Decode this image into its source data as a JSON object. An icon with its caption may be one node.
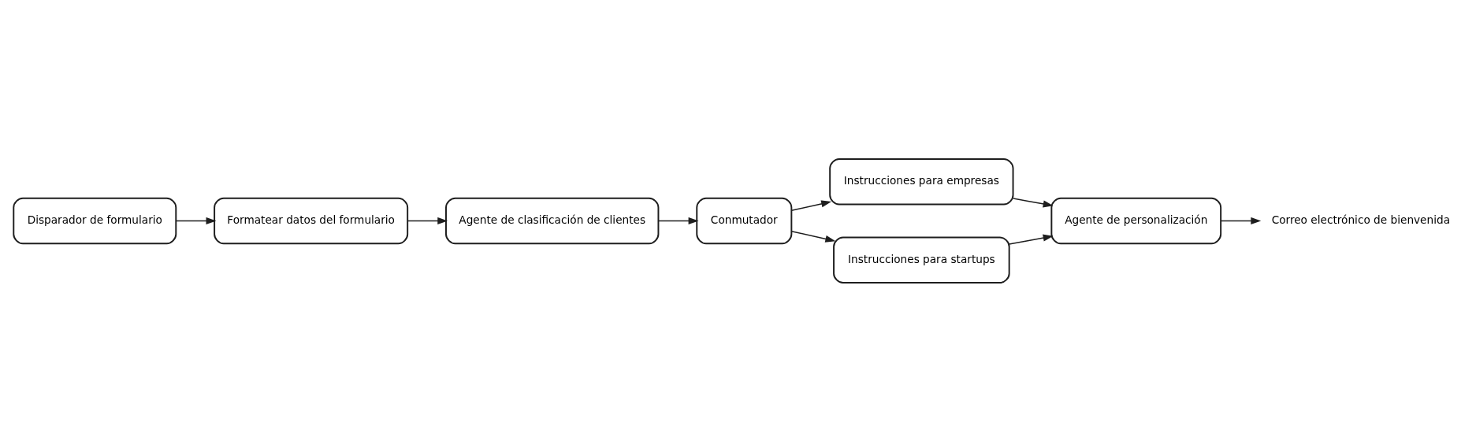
{
  "diagram": {
    "nodes": [
      {
        "text": [
          "Disparador de formulario"
        ]
      },
      {
        "text": [
          "Formatear datos del formulario"
        ]
      },
      {
        "text": [
          "Agente de clasificación de clientes"
        ]
      },
      {
        "text": [
          "Conmutador"
        ]
      },
      {
        "text": [
          "Instrucciones para empresas"
        ]
      },
      {
        "text": [
          "Instrucciones para startups"
        ]
      },
      {
        "text": [
          "Agente de personalización"
        ]
      },
      {
        "text": [
          "Correo electrónico de bienvenida"
        ]
      }
    ],
    "edges": [
      {
        "from": 0,
        "to": 1,
        "arrow": "to"
      },
      {
        "from": 1,
        "to": 2,
        "arrow": "to"
      },
      {
        "from": 2,
        "to": 3,
        "arrow": "to"
      },
      {
        "from": 3,
        "to": 4,
        "arrow": "to"
      },
      {
        "from": 3,
        "to": 5,
        "arrow": "to"
      },
      {
        "from": 4,
        "to": 6,
        "arrow": "to"
      },
      {
        "from": 5,
        "to": 6,
        "arrow": "to"
      },
      {
        "from": 6,
        "to": 7,
        "arrow": "to"
      }
    ]
  }
}
